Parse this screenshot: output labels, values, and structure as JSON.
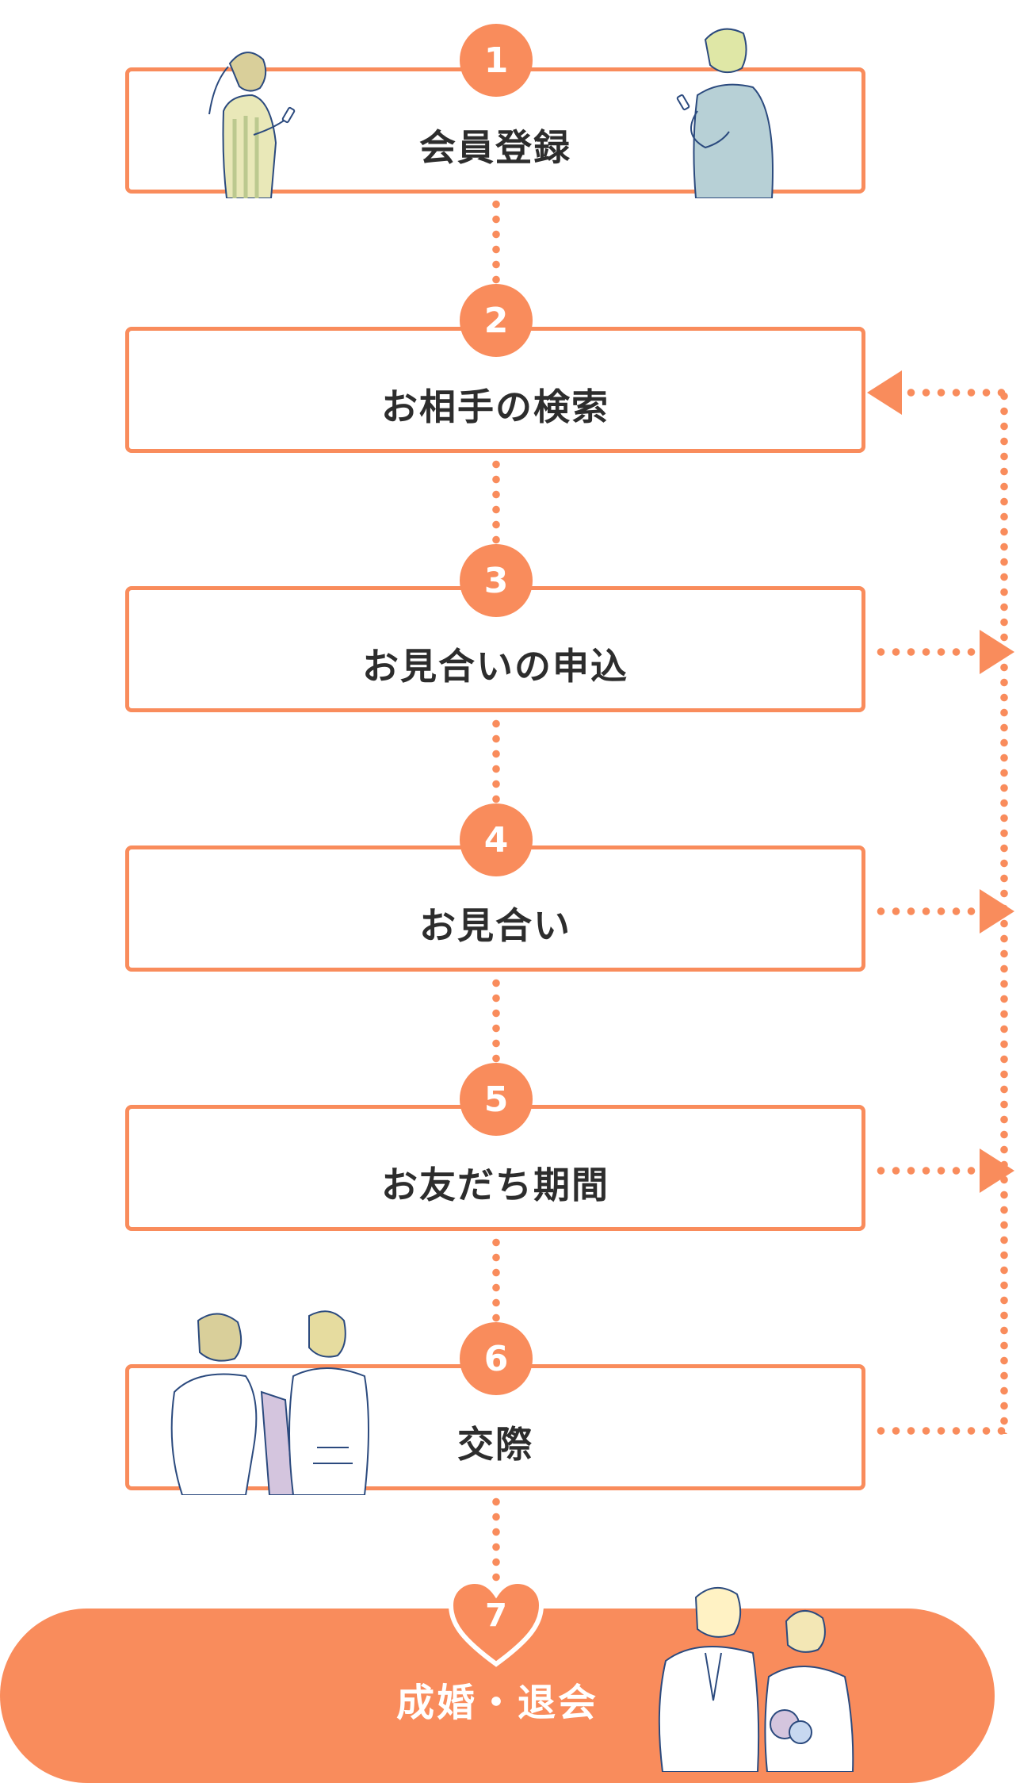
{
  "steps": [
    {
      "number": "1",
      "label": "会員登録"
    },
    {
      "number": "2",
      "label": "お相手の検索"
    },
    {
      "number": "3",
      "label": "お見合いの申込"
    },
    {
      "number": "4",
      "label": "お見合い"
    },
    {
      "number": "5",
      "label": "お友だち期間"
    },
    {
      "number": "6",
      "label": "交際"
    }
  ],
  "final_step": {
    "number": "7",
    "label": "成婚・退会"
  },
  "colors": {
    "accent": "#f98c5c",
    "text": "#2d2d2d",
    "line_art": "#2b4a7e"
  }
}
